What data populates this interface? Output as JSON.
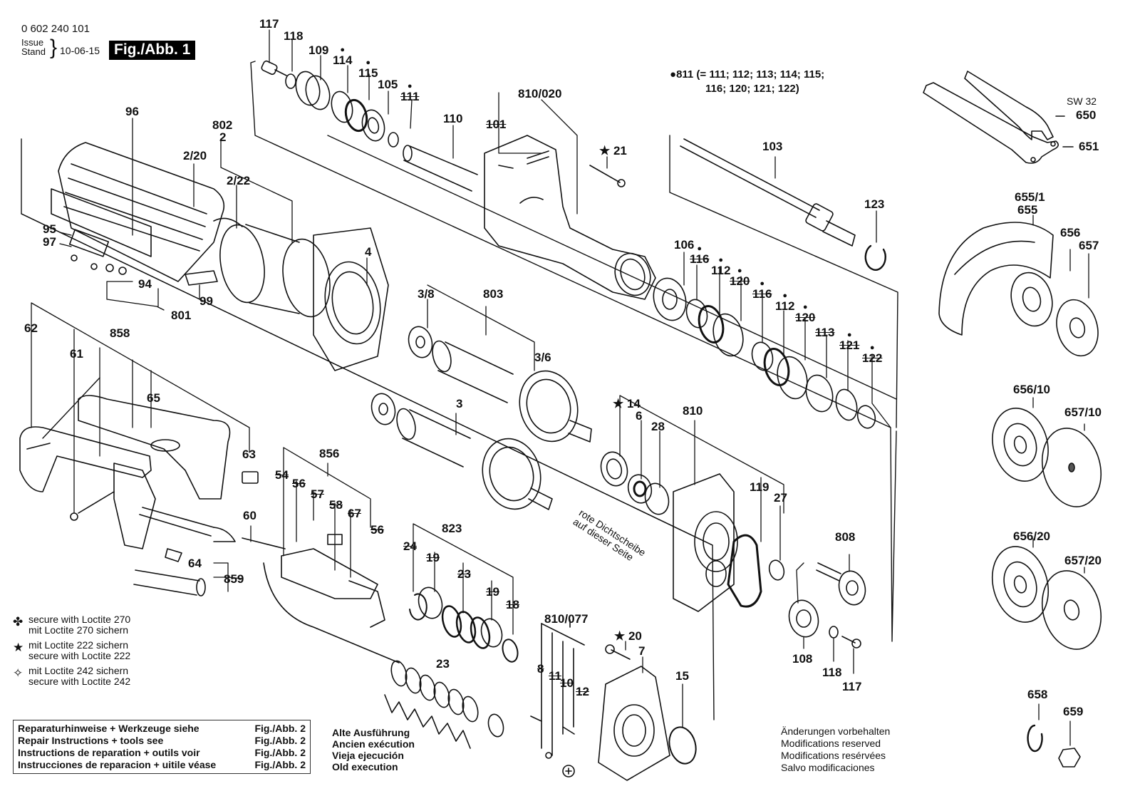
{
  "header": {
    "part_number": "0 602 240 101",
    "issue_label_en": "Issue",
    "issue_label_de": "Stand",
    "issue_date": "10-06-15",
    "figure_label": "Fig./Abb. 1"
  },
  "kit_note": {
    "symbol": "dot",
    "text_line1": "811 (= 111; 112; 113; 114; 115;",
    "text_line2": "116; 120; 121; 122)"
  },
  "legend": [
    {
      "symbol": "clover-icon",
      "glyph": "✤",
      "line1": "secure with Loctite 270",
      "line2": "mit Loctite 270 sichern"
    },
    {
      "symbol": "star-icon",
      "glyph": "★",
      "line1": "mit Loctite 222 sichern",
      "line2": "secure with Loctite 222"
    },
    {
      "symbol": "four-point-star-icon",
      "glyph": "✧",
      "line1": "mit Loctite 242 sichern",
      "line2": "secure with Loctite 242"
    }
  ],
  "repair_box": [
    {
      "text": "Reparaturhinweise + Werkzeuge siehe",
      "ref": "Fig./Abb. 2"
    },
    {
      "text": "Repair Instructions + tools see",
      "ref": "Fig./Abb. 2"
    },
    {
      "text": "Instructions de reparation + outils voir",
      "ref": "Fig./Abb. 2"
    },
    {
      "text": "Instrucciones de reparacion + uitile véase",
      "ref": "Fig./Abb. 2"
    }
  ],
  "old_execution": [
    "Alte Ausführung",
    "Ancien exécution",
    "Vieja ejecución",
    "Old execution"
  ],
  "modifications": [
    "Änderungen vorbehalten",
    "Modifications reserved",
    "Modifications resérvées",
    "Salvo modificaciones"
  ],
  "annotation_rote": [
    "rote Dichtscheibe",
    "auf dieser Seite"
  ],
  "wrench_size": "SW 32",
  "part_labels": [
    {
      "id": "117a",
      "text": "117"
    },
    {
      "id": "118a",
      "text": "118"
    },
    {
      "id": "109",
      "text": "109"
    },
    {
      "id": "114",
      "text": "114",
      "kit": true
    },
    {
      "id": "115",
      "text": "115",
      "kit": true
    },
    {
      "id": "105",
      "text": "105"
    },
    {
      "id": "111",
      "text": "111",
      "kit": true,
      "obsolete": true
    },
    {
      "id": "110",
      "text": "110"
    },
    {
      "id": "101",
      "text": "101",
      "obsolete": true
    },
    {
      "id": "810/020",
      "text": "810/020"
    },
    {
      "id": "21",
      "text": "21",
      "mark": "star"
    },
    {
      "id": "103",
      "text": "103"
    },
    {
      "id": "123",
      "text": "123"
    },
    {
      "id": "650",
      "text": "650"
    },
    {
      "id": "651",
      "text": "651"
    },
    {
      "id": "655/1",
      "text": "655/1"
    },
    {
      "id": "655",
      "text": "655"
    },
    {
      "id": "656",
      "text": "656"
    },
    {
      "id": "657",
      "text": "657"
    },
    {
      "id": "96",
      "text": "96"
    },
    {
      "id": "802",
      "text": "802"
    },
    {
      "id": "2",
      "text": "2"
    },
    {
      "id": "2/20",
      "text": "2/20"
    },
    {
      "id": "2/22",
      "text": "2/22"
    },
    {
      "id": "95",
      "text": "95"
    },
    {
      "id": "97",
      "text": "97"
    },
    {
      "id": "94",
      "text": "94"
    },
    {
      "id": "99",
      "text": "99"
    },
    {
      "id": "801",
      "text": "801"
    },
    {
      "id": "4",
      "text": "4"
    },
    {
      "id": "106",
      "text": "106"
    },
    {
      "id": "116a",
      "text": "116",
      "kit": true,
      "obsolete": true
    },
    {
      "id": "112a",
      "text": "112",
      "kit": true
    },
    {
      "id": "120a",
      "text": "120",
      "kit": true,
      "obsolete": true
    },
    {
      "id": "116b",
      "text": "116",
      "kit": true,
      "obsolete": true
    },
    {
      "id": "112b",
      "text": "112",
      "kit": true
    },
    {
      "id": "120b",
      "text": "120",
      "kit": true,
      "obsolete": true
    },
    {
      "id": "113",
      "text": "113",
      "obsolete": true
    },
    {
      "id": "121",
      "text": "121",
      "kit": true,
      "obsolete": true
    },
    {
      "id": "122",
      "text": "122",
      "kit": true,
      "obsolete": true
    },
    {
      "id": "62",
      "text": "62"
    },
    {
      "id": "61",
      "text": "61"
    },
    {
      "id": "858",
      "text": "858"
    },
    {
      "id": "65",
      "text": "65"
    },
    {
      "id": "63",
      "text": "63"
    },
    {
      "id": "60",
      "text": "60"
    },
    {
      "id": "64",
      "text": "64"
    },
    {
      "id": "859",
      "text": "859"
    },
    {
      "id": "856",
      "text": "856"
    },
    {
      "id": "54",
      "text": "54",
      "obsolete": true
    },
    {
      "id": "56a",
      "text": "56",
      "obsolete": true
    },
    {
      "id": "57",
      "text": "57",
      "obsolete": true
    },
    {
      "id": "58",
      "text": "58",
      "obsolete": true
    },
    {
      "id": "67",
      "text": "67",
      "obsolete": true
    },
    {
      "id": "56b",
      "text": "56",
      "obsolete": true
    },
    {
      "id": "3/8",
      "text": "3/8"
    },
    {
      "id": "803",
      "text": "803"
    },
    {
      "id": "3/6",
      "text": "3/6"
    },
    {
      "id": "3",
      "text": "3"
    },
    {
      "id": "14",
      "text": "14",
      "mark": "star"
    },
    {
      "id": "6",
      "text": "6"
    },
    {
      "id": "28",
      "text": "28"
    },
    {
      "id": "810",
      "text": "810"
    },
    {
      "id": "119",
      "text": "119"
    },
    {
      "id": "27",
      "text": "27"
    },
    {
      "id": "808",
      "text": "808"
    },
    {
      "id": "108",
      "text": "108"
    },
    {
      "id": "118b",
      "text": "118"
    },
    {
      "id": "117b",
      "text": "117"
    },
    {
      "id": "823",
      "text": "823"
    },
    {
      "id": "24",
      "text": "24",
      "obsolete": true
    },
    {
      "id": "19a",
      "text": "19",
      "obsolete": true
    },
    {
      "id": "23a",
      "text": "23",
      "obsolete": true
    },
    {
      "id": "19b",
      "text": "19",
      "obsolete": true
    },
    {
      "id": "18",
      "text": "18",
      "obsolete": true
    },
    {
      "id": "23b",
      "text": "23"
    },
    {
      "id": "810/077",
      "text": "810/077"
    },
    {
      "id": "8",
      "text": "8",
      "obsolete": true
    },
    {
      "id": "11",
      "text": "11",
      "obsolete": true
    },
    {
      "id": "10",
      "text": "10",
      "obsolete": true
    },
    {
      "id": "12",
      "text": "12",
      "obsolete": true
    },
    {
      "id": "20",
      "text": "20",
      "mark": "star"
    },
    {
      "id": "7",
      "text": "7"
    },
    {
      "id": "15",
      "text": "15"
    },
    {
      "id": "656/10",
      "text": "656/10"
    },
    {
      "id": "657/10",
      "text": "657/10"
    },
    {
      "id": "656/20",
      "text": "656/20"
    },
    {
      "id": "657/20",
      "text": "657/20"
    },
    {
      "id": "658",
      "text": "658"
    },
    {
      "id": "659",
      "text": "659"
    }
  ]
}
